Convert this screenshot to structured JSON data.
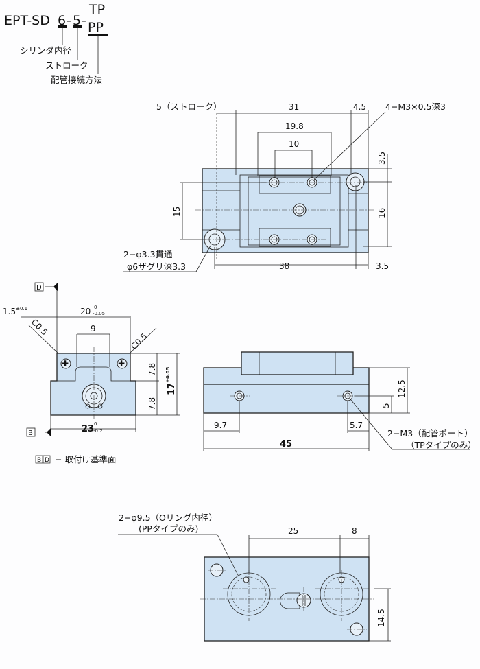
{
  "model_code": {
    "prefix": "EPT-SD",
    "bore": "6",
    "stroke": "5",
    "sep": "-",
    "port_option_1": "TP",
    "port_option_2": "PP",
    "labels": {
      "bore": "シリンダ内径",
      "stroke": "ストローク",
      "port": "配管接続方法"
    }
  },
  "top_view": {
    "dim_stroke": "5（ストローク）",
    "dim_31": "31",
    "dim_4_5": "4.5",
    "tap_note": "4−M3×0.5深3",
    "dim_19_8": "19.8",
    "dim_10": "10",
    "dim_3_5_top": "3.5",
    "dim_15": "15",
    "dim_16": "16",
    "dim_38": "38",
    "dim_3_5_bottom": "3.5",
    "hole_note_1": "2−φ3.3貫通",
    "hole_note_2": "φ6ザグリ深3.3"
  },
  "end_view": {
    "datum_d": "D",
    "datum_b": "B",
    "dim_1_5": "1.5",
    "dim_1_5_tol": "±0.1",
    "dim_20": "20",
    "dim_20_tol_upper": "0",
    "dim_20_tol_lower": "-0.05",
    "chamfer_left": "C0.5",
    "chamfer_right": "C0.5",
    "dim_9": "9",
    "dim_7_8_upper": "7.8",
    "dim_7_8_lower": "7.8",
    "dim_17": "17",
    "dim_17_tol": "±0.05",
    "dim_23": "23",
    "dim_23_tol_upper": "0",
    "dim_23_tol_lower": "-0.2",
    "legend_b": "B",
    "legend_d": "D",
    "legend_text": "− 取付け基準面"
  },
  "side_view": {
    "dim_9_7": "9.7",
    "dim_5_7": "5.7",
    "dim_45": "45",
    "dim_12_5": "12.5",
    "dim_5": "5",
    "port_note_1": "2−M3（配管ポート）",
    "port_note_2": "（TPタイプのみ）"
  },
  "bottom_view": {
    "oring_note_1": "2−φ9.5（Oリング内径）",
    "oring_note_2": "(PPタイプのみ)",
    "dim_25": "25",
    "dim_8": "8",
    "dim_14_5": "14.5"
  }
}
